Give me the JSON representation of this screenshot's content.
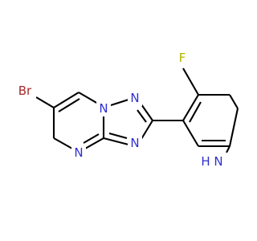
{
  "molecule": {
    "atoms": {
      "br": {
        "label": "Br",
        "color": "#A52A2A"
      },
      "f": {
        "label": "F",
        "color": "#B3B300"
      },
      "n_bridge": {
        "label": "N",
        "color": "#2F2FCF"
      },
      "n_triazole_top": {
        "label": "N",
        "color": "#2F2FCF"
      },
      "n_triazole_bottom": {
        "label": "N",
        "color": "#2F2FCF"
      },
      "n_pyrimidine": {
        "label": "N",
        "color": "#2F2FCF"
      },
      "nh2_n": {
        "label": "N",
        "color": "#2F2FCF"
      },
      "nh2_h": {
        "label": "H",
        "color": "#2F2FCF"
      }
    }
  }
}
